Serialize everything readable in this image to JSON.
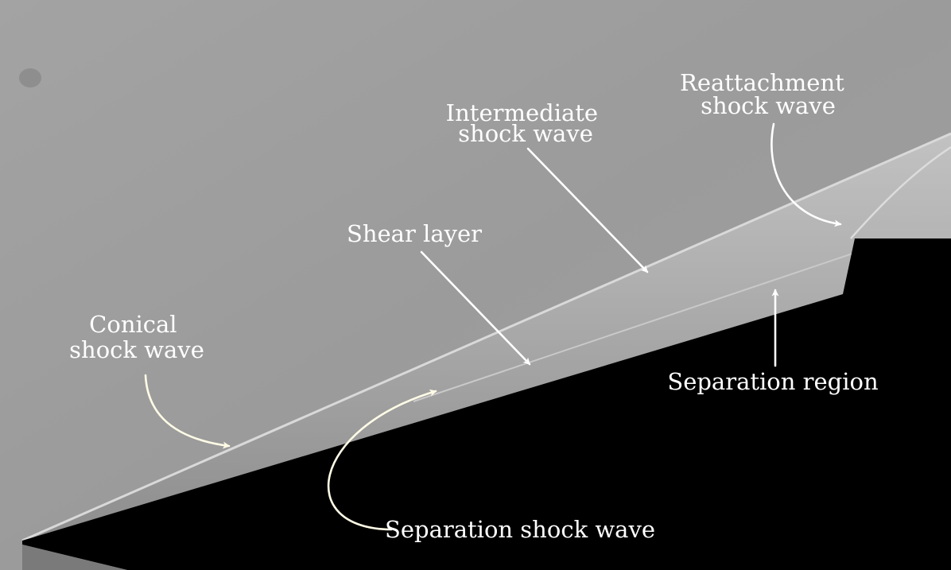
{
  "colors": {
    "freestream": "#9e9e9e",
    "body": "#000000",
    "shock_layer": "#b9b9b9",
    "label_text": "#ffffff",
    "arrow_warm": "#fffbe6",
    "arrow_white": "#ffffff"
  },
  "labels": {
    "conical": [
      "Conical",
      "shock wave"
    ],
    "shear": [
      "Shear layer"
    ],
    "intermediate": [
      "Intermediate",
      "shock wave"
    ],
    "reattachment": [
      "Reattachment",
      "shock wave"
    ],
    "separation_region": [
      "Separation region"
    ],
    "separation_shock": [
      "Separation shock wave"
    ]
  }
}
